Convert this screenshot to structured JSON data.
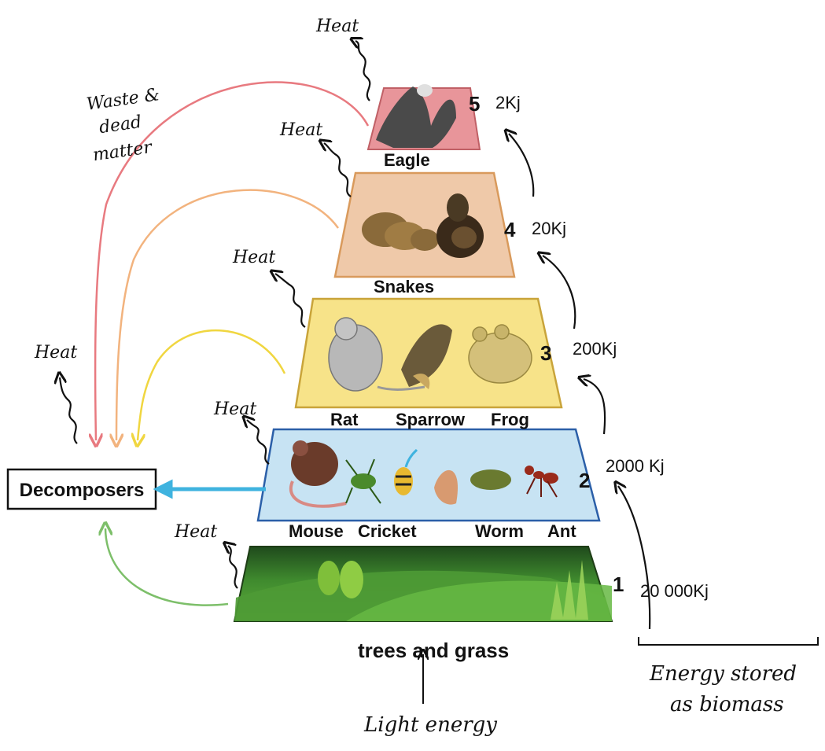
{
  "title": "",
  "levels": [
    {
      "number": "1",
      "energy": "20 000Kj",
      "organisms": [
        "trees and grass"
      ],
      "color": "#3f8a2e"
    },
    {
      "number": "2",
      "energy": "2000 Kj",
      "organisms": [
        "Mouse",
        "Cricket",
        "Worm",
        "Ant"
      ],
      "color": "#c7e3f3"
    },
    {
      "number": "3",
      "energy": "200Kj",
      "organisms": [
        "Rat",
        "Sparrow",
        "Frog"
      ],
      "color": "#f7e389"
    },
    {
      "number": "4",
      "energy": "20Kj",
      "organisms": [
        "Snakes"
      ],
      "color": "#efc9a9"
    },
    {
      "number": "5",
      "energy": "2Kj",
      "organisms": [
        "Eagle"
      ],
      "color": "#e8959a"
    }
  ],
  "heat_label": "Heat",
  "decomposers_label": "Decomposers",
  "waste_label": [
    "Waste &",
    "dead",
    "matter"
  ],
  "light_energy_label": "Light energy",
  "biomass_label": [
    "Energy stored",
    "as biomass"
  ],
  "arrow_colors": {
    "eagle": "#e87a80",
    "snakes": "#f2b37e",
    "level3": "#f0d640",
    "level2": "#3fb3df",
    "level1": "#7dbf6a"
  }
}
